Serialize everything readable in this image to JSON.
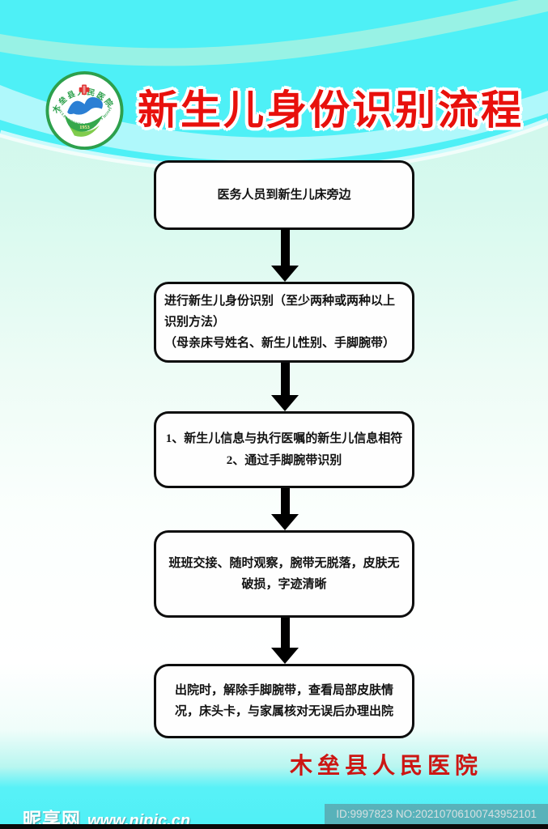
{
  "title": "新生儿身份识别流程",
  "logo": {
    "top_text": "木垒县人民医院",
    "bottom_text": "MULEI COUNTY PEOPLE'S HOSPITAL",
    "year": "1953"
  },
  "flowchart": {
    "steps": [
      {
        "lines": [
          "医务人员到新生儿床旁边"
        ]
      },
      {
        "lines": [
          "进行新生儿身份识别（至少两种或两种以上",
          "识别方法）",
          "（母亲床号姓名、新生儿性别、手脚腕带）"
        ]
      },
      {
        "lines": [
          "1、新生儿信息与执行医嘱的新生儿信息相符",
          "2、通过手脚腕带识别"
        ]
      },
      {
        "lines": [
          "班班交接、随时观察，腕带无脱落，皮肤无",
          "破损，字迹清晰"
        ]
      },
      {
        "lines": [
          "出院时，解除手脚腕带，查看局部皮肤情",
          "况，床头卡，与家属核对无误后办理出院"
        ]
      }
    ]
  },
  "footer": {
    "hospital_name": "木垒县人民医院"
  },
  "watermark": {
    "site_name": "昵享网",
    "site_url": "www.nipic.cn",
    "id_text": "ID:9997823 NO:20210706100743952101"
  },
  "colors": {
    "title_red": "#e8100c",
    "hospital_red": "#cc1613",
    "top_cyan": "#4ef0f6",
    "bottom_cyan": "#57f1f7",
    "wave_mint": "#a6f2e2",
    "box_background": "#fefefe",
    "box_border": "#0d0d0d"
  }
}
